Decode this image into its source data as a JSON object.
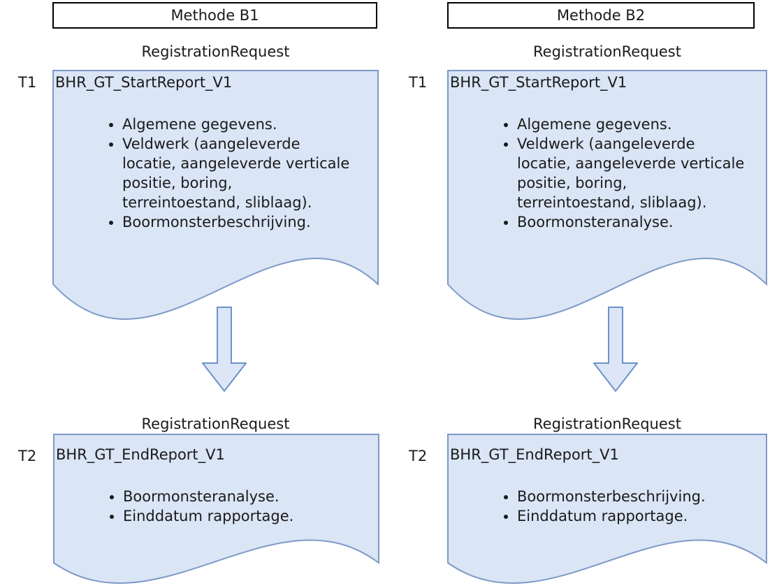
{
  "colors": {
    "doc_fill": "#dae5f6",
    "doc_stroke": "#7d9ac6",
    "arrow_fill": "#dce6f7",
    "arrow_stroke": "#6d92c9",
    "header_border": "#000000",
    "text": "#1a1a1a"
  },
  "columns": [
    {
      "header": "Methode B1",
      "t1": {
        "step_label": "T1",
        "doc_label": "RegistrationRequest",
        "title": "BHR_GT_StartReport_V1",
        "bullets": [
          "Algemene gegevens.",
          "Veldwerk (aangeleverde\nlocatie, aangeleverde verticale\npositie, boring,\nterreintoestand, sliblaag).",
          "Boormonsterbeschrijving."
        ]
      },
      "t2": {
        "step_label": "T2",
        "doc_label": "RegistrationRequest",
        "title": "BHR_GT_EndReport_V1",
        "bullets": [
          "Boormonsteranalyse.",
          "Einddatum rapportage."
        ]
      }
    },
    {
      "header": "Methode B2",
      "t1": {
        "step_label": "T1",
        "doc_label": "RegistrationRequest",
        "title": "BHR_GT_StartReport_V1",
        "bullets": [
          "Algemene gegevens.",
          "Veldwerk (aangeleverde\nlocatie, aangeleverde verticale\npositie, boring,\nterreintoestand, sliblaag).",
          "Boormonsteranalyse."
        ]
      },
      "t2": {
        "step_label": "T2",
        "doc_label": "RegistrationRequest",
        "title": "BHR_GT_EndReport_V1",
        "bullets": [
          "Boormonsterbeschrijving.",
          "Einddatum rapportage."
        ]
      }
    }
  ]
}
